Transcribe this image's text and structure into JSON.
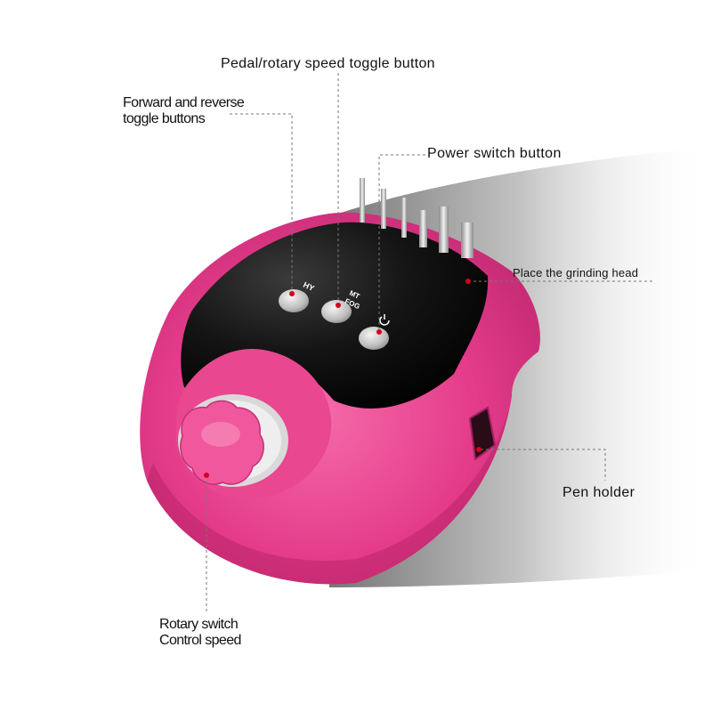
{
  "callouts": {
    "pedal_rotary": "Pedal/rotary speed toggle button",
    "forward_reverse": {
      "line1": "Forward and reverse",
      "line2": "toggle buttons"
    },
    "power_switch": "Power switch button",
    "grinding_head": "Place the grinding head",
    "pen_holder": "Pen holder",
    "rotary_switch": {
      "line1": "Rotary switch",
      "line2": "Control speed"
    }
  },
  "panel_buttons": {
    "hy": "HY",
    "mt": "MT",
    "fog": "FOG"
  },
  "icons": {
    "power": "power-icon"
  },
  "colors": {
    "body_pink": "#e83c8c",
    "panel_black": "#111111",
    "leader_line": "#777777",
    "marker_red": "#d6001c",
    "button_silver": "#c9c9c9"
  }
}
